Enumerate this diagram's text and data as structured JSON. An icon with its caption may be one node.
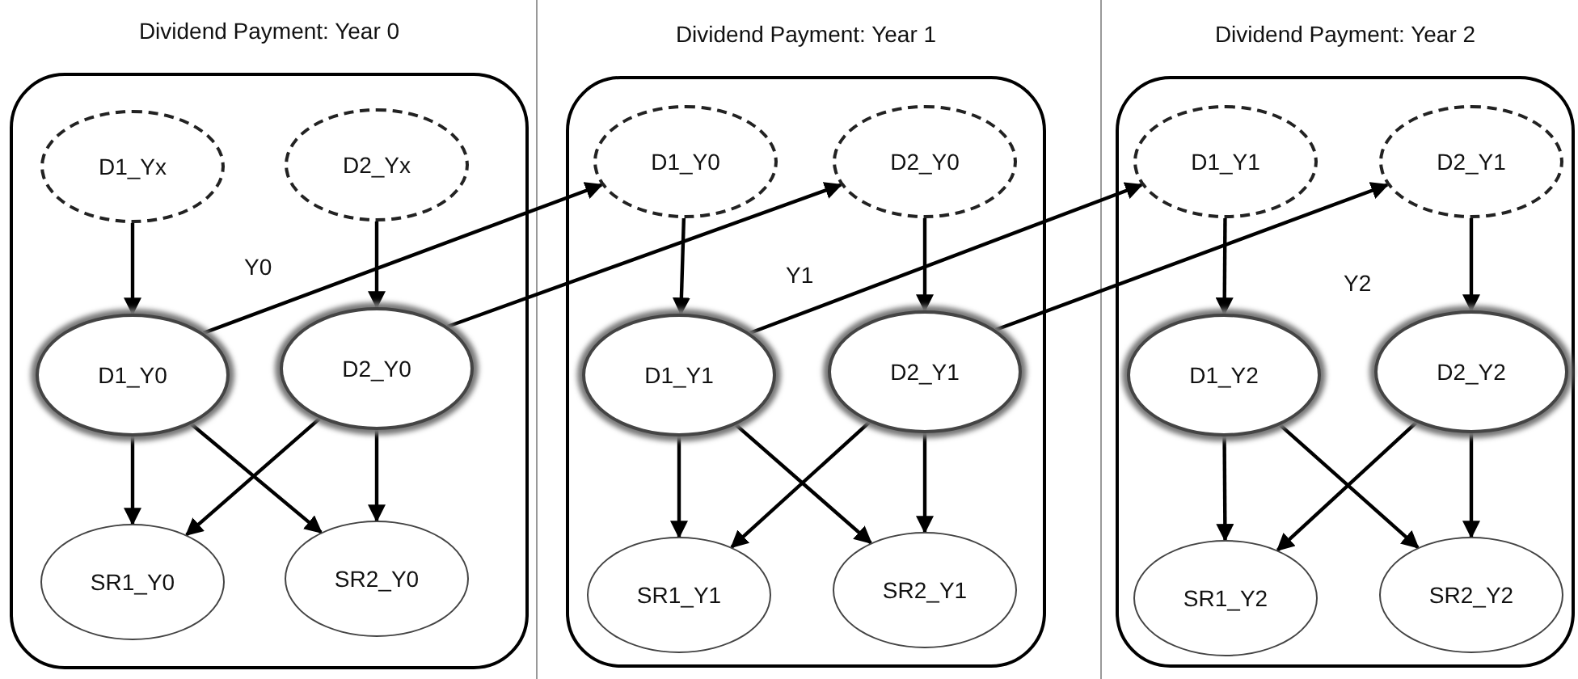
{
  "diagram": {
    "nodes": [
      {
        "text": [
          "Dividend Payment: Year 0"
        ]
      },
      {
        "text": [
          "D1_Yx"
        ],
        "in": 0
      },
      {
        "text": [
          "D2_Yx"
        ],
        "in": 0
      },
      {
        "text": [
          "D1_Y0"
        ],
        "in": 0
      },
      {
        "text": [
          "D2_Y0"
        ],
        "in": 0
      },
      {
        "text": [
          "SR1_Y0"
        ],
        "in": 0
      },
      {
        "text": [
          "SR2_Y0"
        ],
        "in": 0
      },
      {
        "text": [
          "Dividend Payment: Year 1"
        ]
      },
      {
        "text": [
          "D1_Y0"
        ],
        "in": 7
      },
      {
        "text": [
          "D2_Y0"
        ],
        "in": 7
      },
      {
        "text": [
          "D1_Y1"
        ],
        "in": 7
      },
      {
        "text": [
          "D2_Y1"
        ],
        "in": 7
      },
      {
        "text": [
          "SR1_Y1"
        ],
        "in": 7
      },
      {
        "text": [
          "SR2_Y1"
        ],
        "in": 7
      },
      {
        "text": [
          "Dividend Payment: Year 2"
        ]
      },
      {
        "text": [
          "D1_Y1"
        ],
        "in": 14
      },
      {
        "text": [
          "D2_Y1"
        ],
        "in": 14
      },
      {
        "text": [
          "D1_Y2"
        ],
        "in": 14
      },
      {
        "text": [
          "D2_Y2"
        ],
        "in": 14
      },
      {
        "text": [
          "SR1_Y2"
        ],
        "in": 14
      },
      {
        "text": [
          "SR2_Y2"
        ],
        "in": 14
      }
    ],
    "edges": [
      {
        "from": 1,
        "to": 3,
        "arrow": "to"
      },
      {
        "from": 2,
        "to": 4,
        "arrow": "to"
      },
      {
        "from": 3,
        "to": 5,
        "arrow": "to"
      },
      {
        "from": 3,
        "to": 6,
        "arrow": "to"
      },
      {
        "from": 4,
        "to": 5,
        "arrow": "to"
      },
      {
        "from": 4,
        "to": 6,
        "arrow": "to"
      },
      {
        "from": 3,
        "to": 8,
        "arrow": "to"
      },
      {
        "from": 4,
        "to": 9,
        "arrow": "to"
      },
      {
        "from": 8,
        "to": 10,
        "arrow": "to"
      },
      {
        "from": 9,
        "to": 11,
        "arrow": "to"
      },
      {
        "from": 10,
        "to": 12,
        "arrow": "to"
      },
      {
        "from": 10,
        "to": 13,
        "arrow": "to"
      },
      {
        "from": 11,
        "to": 12,
        "arrow": "to"
      },
      {
        "from": 11,
        "to": 13,
        "arrow": "to"
      },
      {
        "from": 10,
        "to": 15,
        "arrow": "to"
      },
      {
        "from": 11,
        "to": 16,
        "arrow": "to"
      },
      {
        "from": 15,
        "to": 17,
        "arrow": "to"
      },
      {
        "from": 16,
        "to": 18,
        "arrow": "to"
      },
      {
        "from": 17,
        "to": 19,
        "arrow": "to"
      },
      {
        "from": 17,
        "to": 20,
        "arrow": "to"
      },
      {
        "from": 18,
        "to": 19,
        "arrow": "to"
      },
      {
        "from": 18,
        "to": 20,
        "arrow": "to"
      }
    ],
    "labels": [
      "Y0",
      "Y1",
      "Y2"
    ]
  }
}
